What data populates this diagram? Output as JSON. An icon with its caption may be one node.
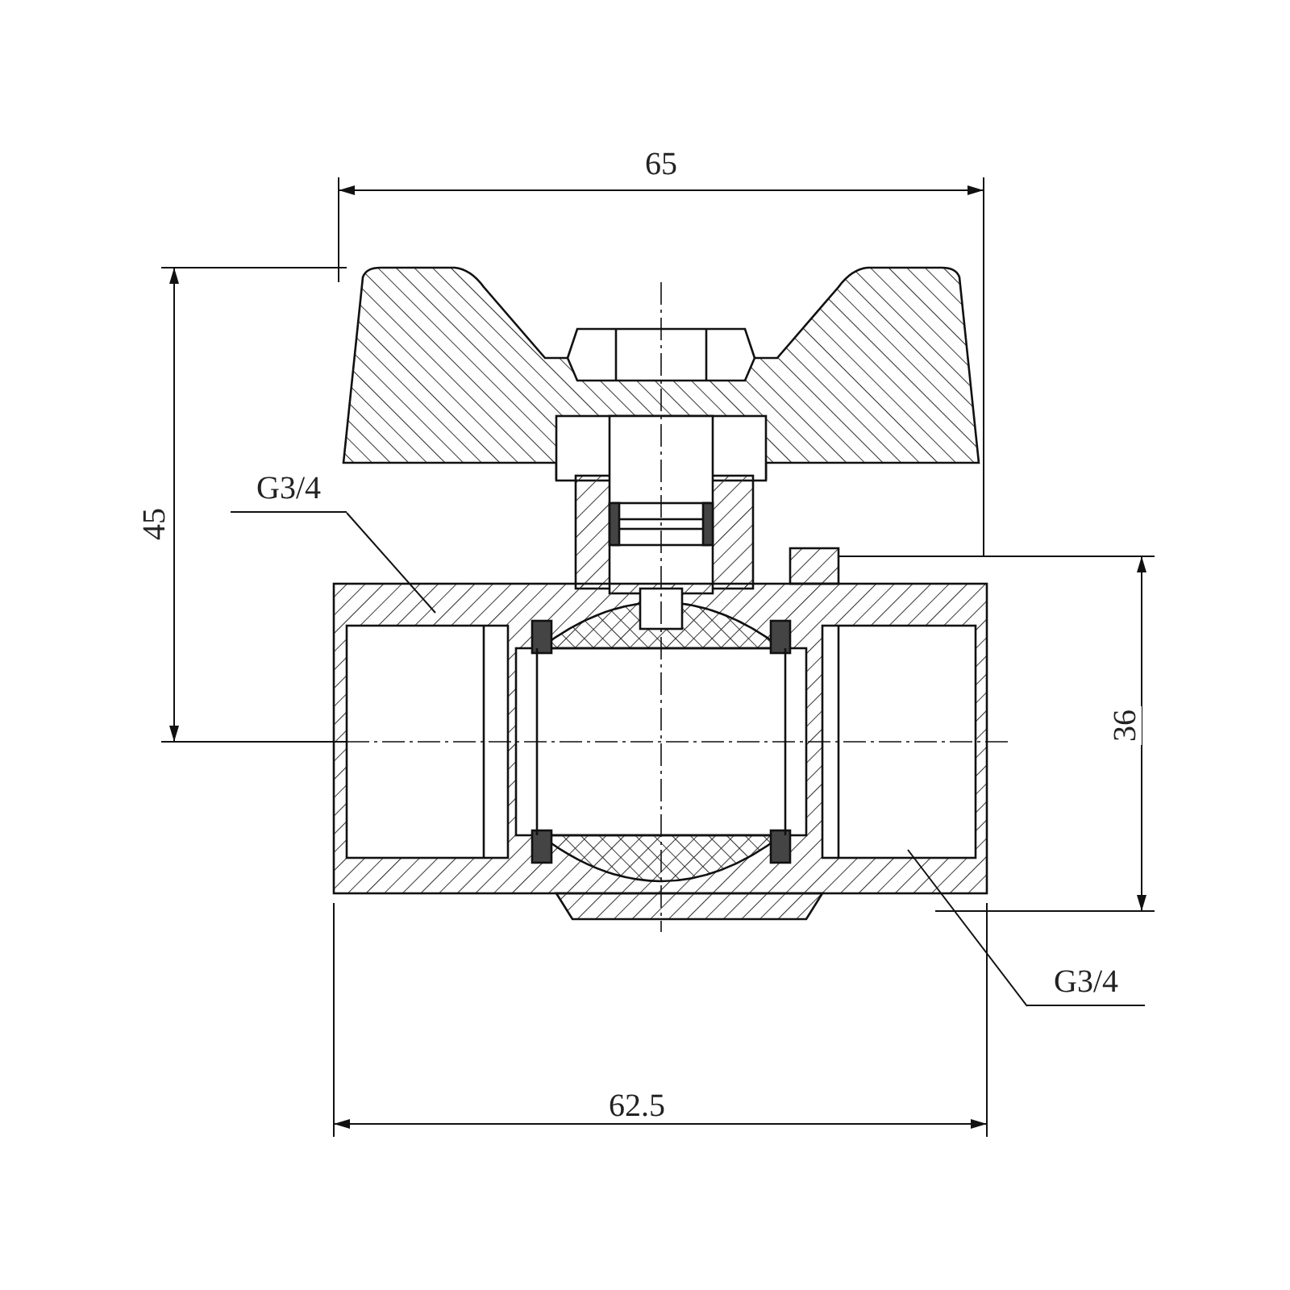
{
  "diagram": {
    "nodes": [
      {
        "text": [
          "G3/4"
        ]
      },
      {
        "text": [
          "G3/4"
        ]
      }
    ],
    "edges": [
      {
        "from": 0,
        "to": null,
        "arrow": "none"
      },
      {
        "from": 1,
        "to": null,
        "arrow": "none"
      }
    ],
    "labels": [
      "65",
      "45",
      "36",
      "62.5"
    ]
  }
}
